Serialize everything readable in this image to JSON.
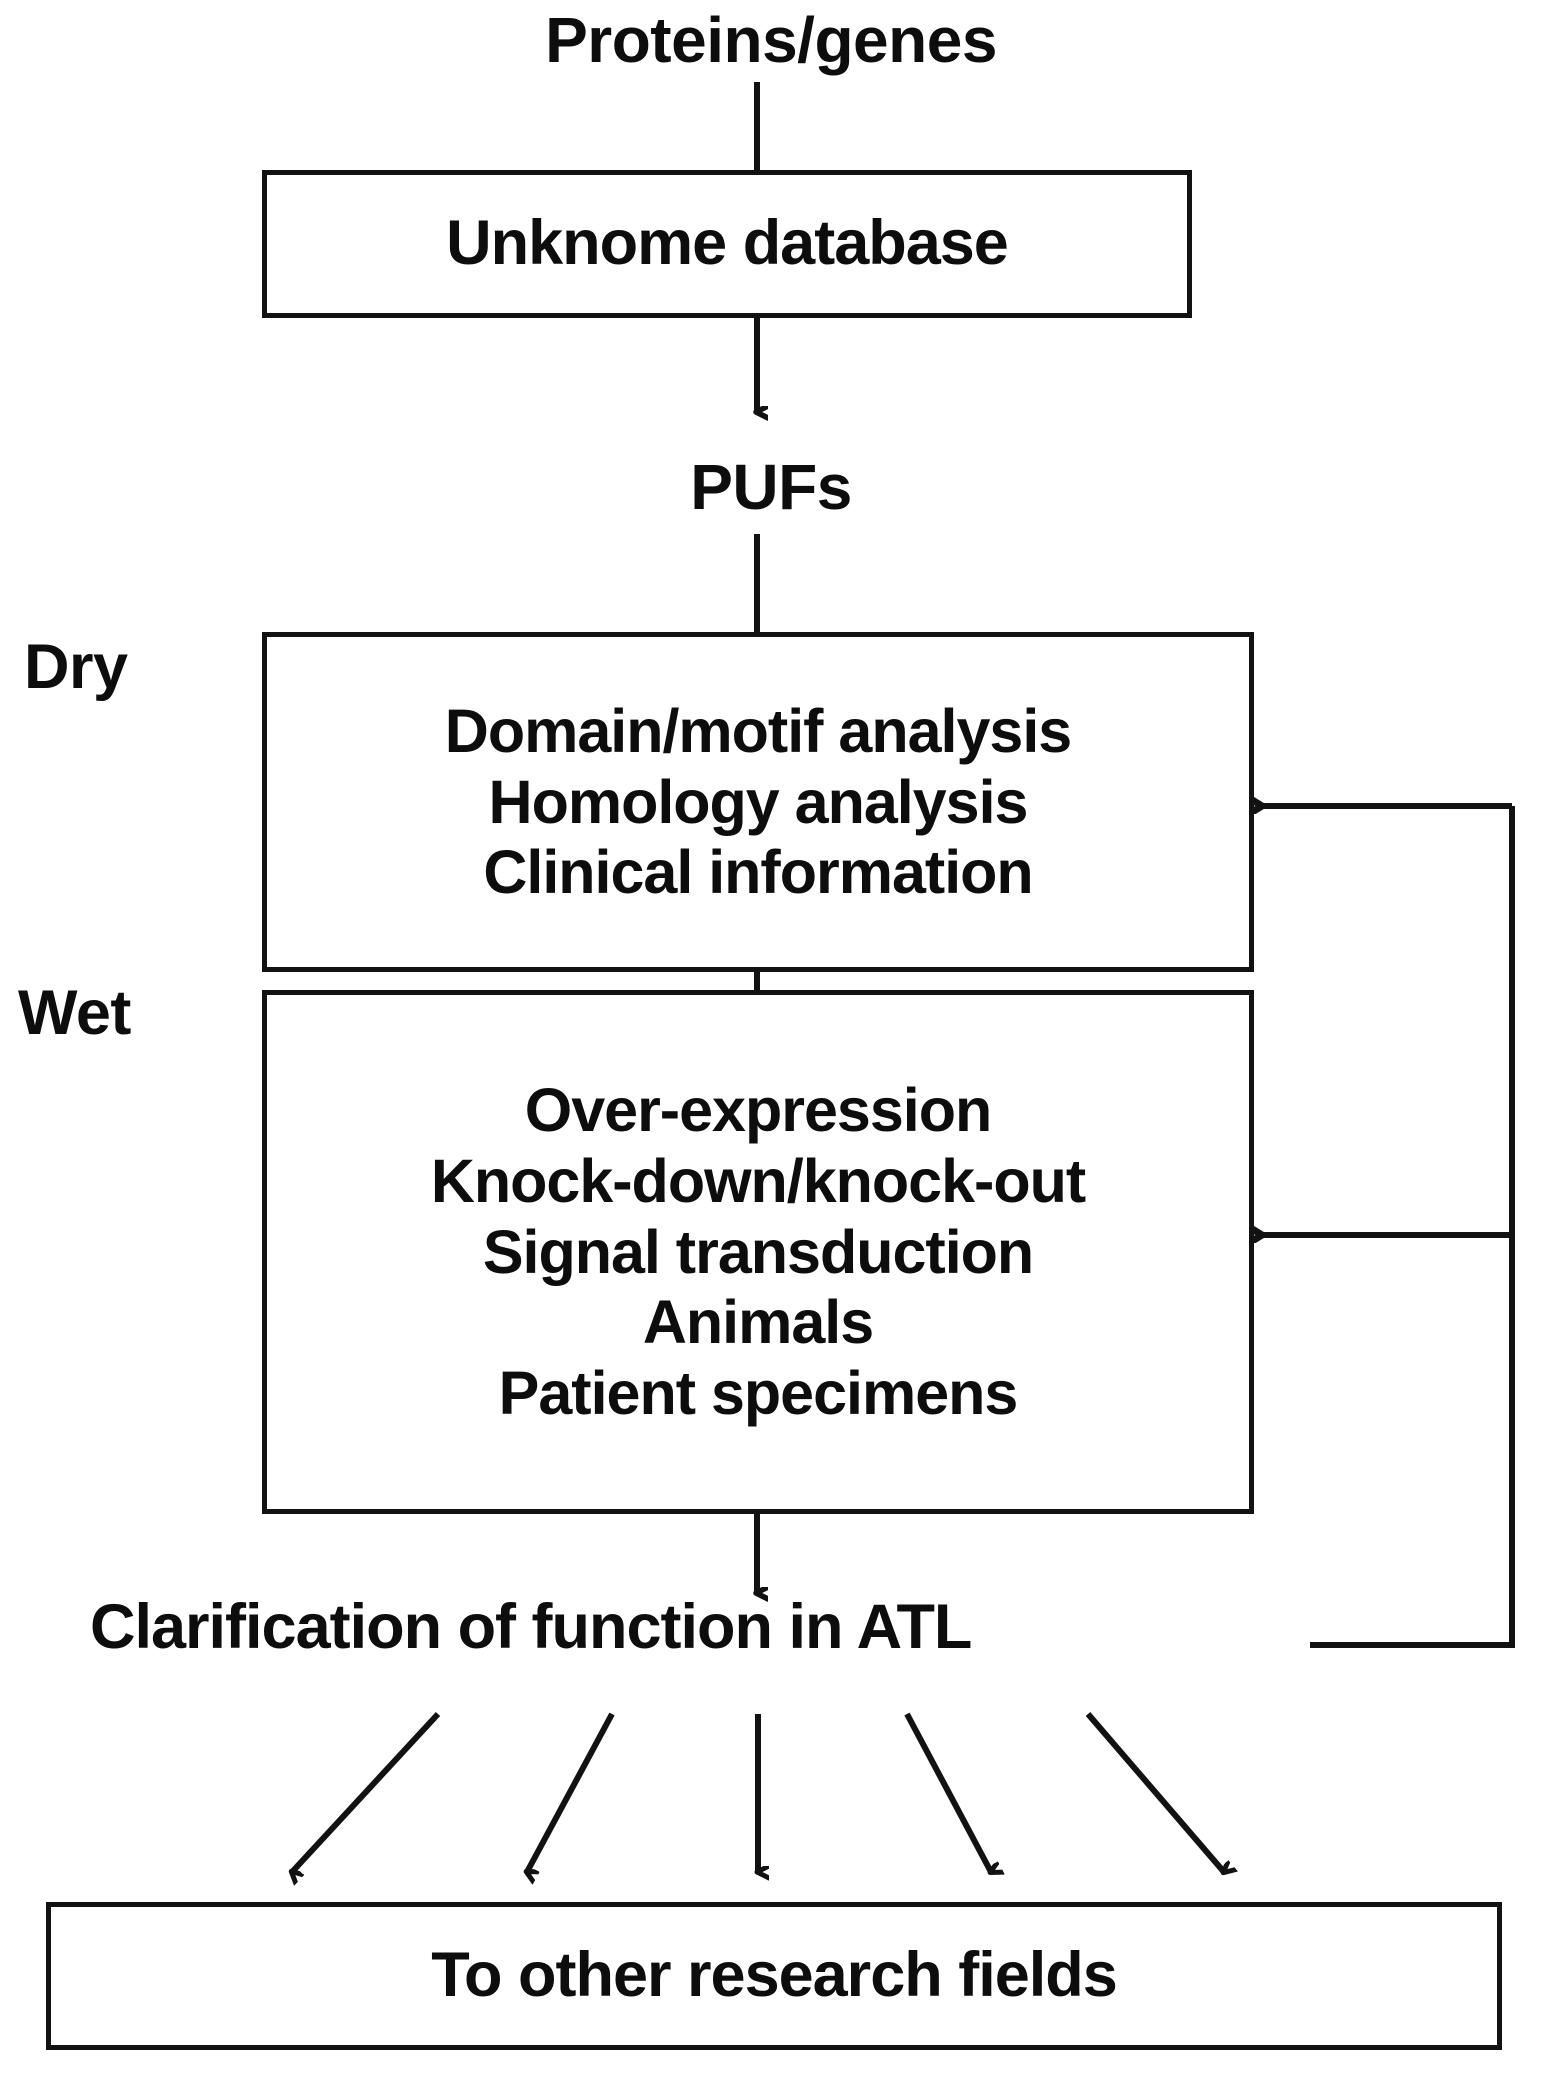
{
  "diagram": {
    "title_label": "Proteins/genes",
    "nodes": {
      "proteins_genes": "Proteins/genes",
      "unknome_database": "Unknome database",
      "pufs": "PUFs",
      "clarification": "Clarification of function in ATL",
      "other_fields": "To other research fields"
    },
    "section_labels": {
      "dry": "Dry",
      "wet": "Wet"
    },
    "dry_box": {
      "lines": [
        "Domain/motif analysis",
        "Homology analysis",
        "Clinical information"
      ]
    },
    "wet_box": {
      "lines": [
        "Over-expression",
        "Knock-down/knock-out",
        "Signal transduction",
        "Animals",
        "Patient specimens"
      ]
    },
    "colors": {
      "stroke": "#121212",
      "text": "#0d0d0d",
      "background": "#ffffff"
    }
  }
}
